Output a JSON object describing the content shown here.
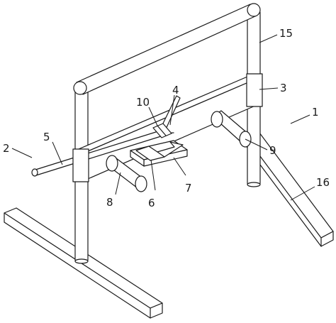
{
  "figure": {
    "background": "#ffffff",
    "line_color": "#1a1a1a"
  },
  "callouts": {
    "c1": "1",
    "c2": "2",
    "c3": "3",
    "c4": "4",
    "c5": "5",
    "c6": "6",
    "c7": "7",
    "c8": "8",
    "c9": "9",
    "c10": "10",
    "c15": "15",
    "c16": "16"
  }
}
